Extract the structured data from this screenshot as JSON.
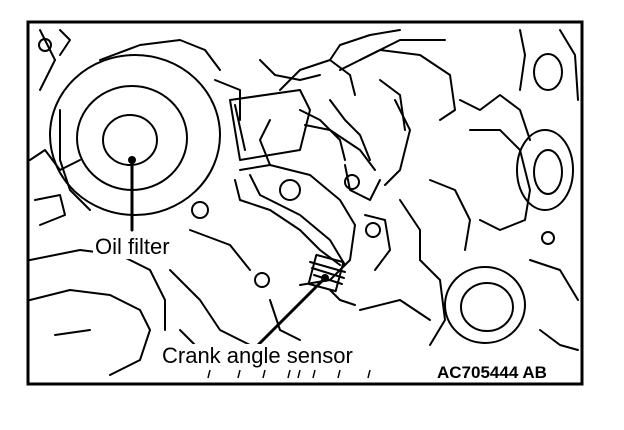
{
  "labels": {
    "oil_filter": "Oil filter",
    "crank_angle_sensor": "Crank angle sensor",
    "figure_id": "AC705444 AB"
  },
  "colors": {
    "line": "#000000",
    "background": "#ffffff"
  }
}
